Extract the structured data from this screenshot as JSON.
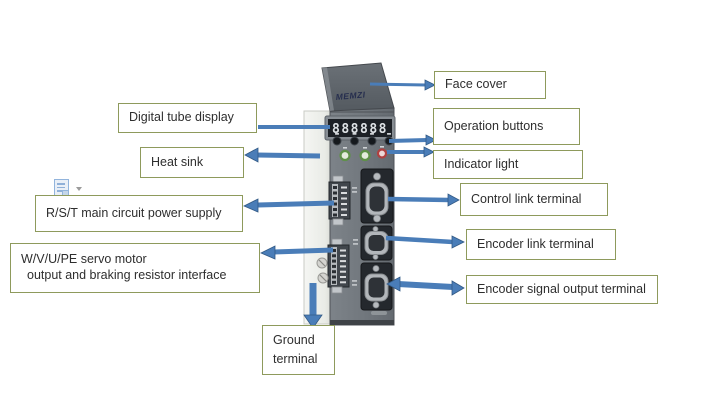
{
  "labels": {
    "digital_tube_display": "Digital tube display",
    "heat_sink": "Heat sink",
    "rst_power": "R/S/T main circuit power supply",
    "wvupe_line1": "W/V/U/PE servo motor",
    "wvupe_line2": "output and braking resistor interface",
    "ground_line1": "Ground",
    "ground_line2": "terminal",
    "face_cover": "Face cover",
    "operation_buttons": "Operation buttons",
    "indicator_light": "Indicator light",
    "control_link": "Control link terminal",
    "encoder_link": "Encoder link terminal",
    "encoder_signal": "Encoder signal output terminal"
  },
  "device": {
    "logo": "MEMZI",
    "display_value": "888888"
  },
  "icons": {
    "paste_options": "clipboard-paste-icon",
    "paste_dropdown": "chevron-down-icon"
  },
  "colors": {
    "arrow_blue": "#4a7db8",
    "arrow_edge": "#335a85",
    "callout_border": "#8e9a5c",
    "cover_gray": "#5d646a",
    "panel_gray": "#757b81",
    "body_white": "#eff1ed",
    "display_bg": "#1c2025",
    "led_green": "#5e9148",
    "led_red": "#b04040"
  }
}
